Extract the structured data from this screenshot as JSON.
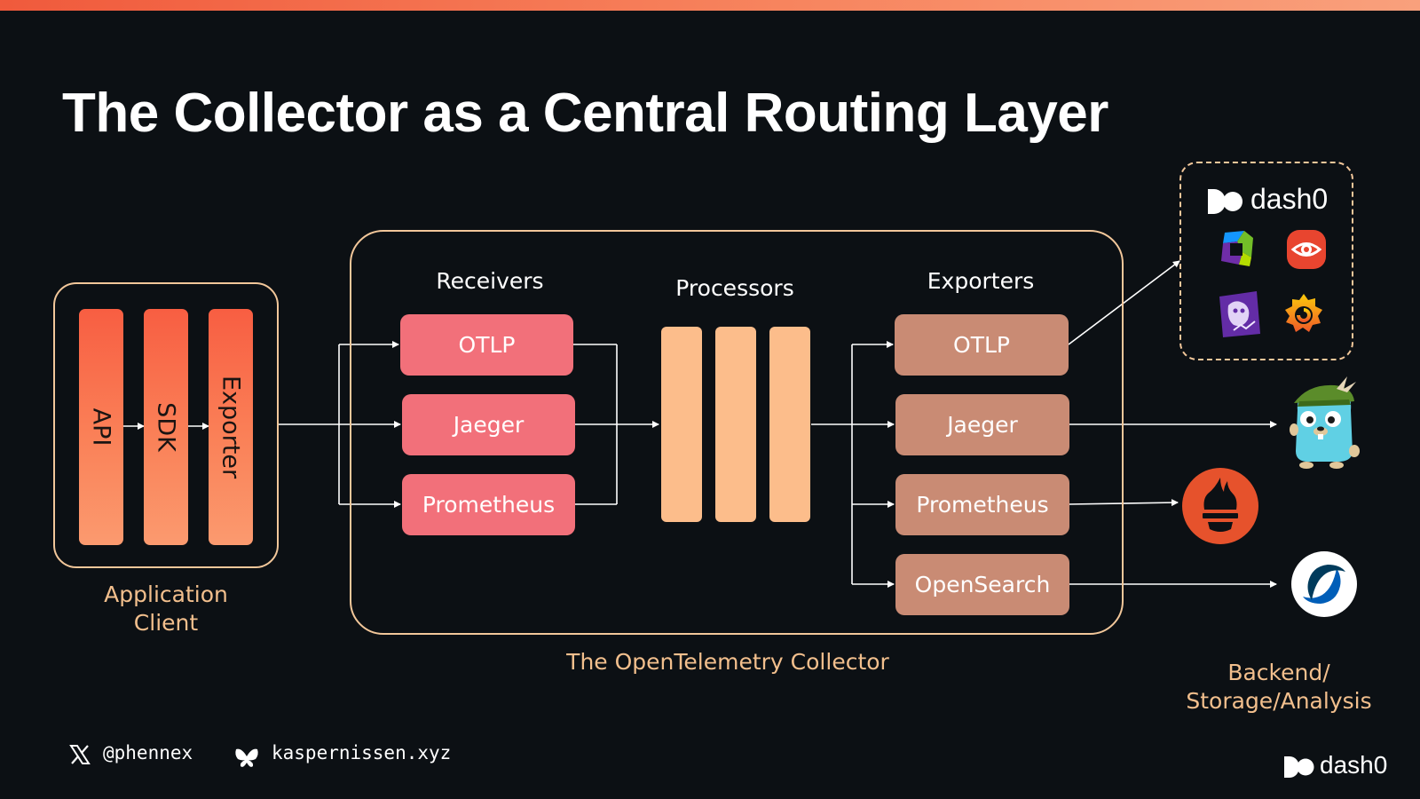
{
  "title": "The Collector as a Central Routing Layer",
  "client": {
    "pillars": [
      "API",
      "SDK",
      "Exporter"
    ],
    "caption_line1": "Application",
    "caption_line2": "Client"
  },
  "collector": {
    "caption": "The OpenTelemetry Collector",
    "receivers": {
      "heading": "Receivers",
      "items": [
        "OTLP",
        "Jaeger",
        "Prometheus"
      ]
    },
    "processors": {
      "heading": "Processors"
    },
    "exporters": {
      "heading": "Exporters",
      "items": [
        "OTLP",
        "Jaeger",
        "Prometheus",
        "OpenSearch"
      ]
    }
  },
  "backend": {
    "caption_line1": "Backend/",
    "caption_line2": "Storage/Analysis",
    "logo_text": "dash0",
    "icons": [
      "dash0-logo",
      "dynatrace-icon",
      "eye-logo-icon",
      "datadog-icon",
      "grafana-icon",
      "jaeger-gopher-icon",
      "prometheus-icon",
      "opensearch-icon"
    ]
  },
  "footer": {
    "twitter": "@phennex",
    "bluesky": "kaspernissen.xyz",
    "brand": "dash0"
  },
  "colors": {
    "background": "#0c1014",
    "accent_border": "#f2c79a",
    "receiver": "#f2707a",
    "exporter": "#c98b74",
    "processor": "#fcbd8b",
    "caption": "#f2bf8d"
  }
}
